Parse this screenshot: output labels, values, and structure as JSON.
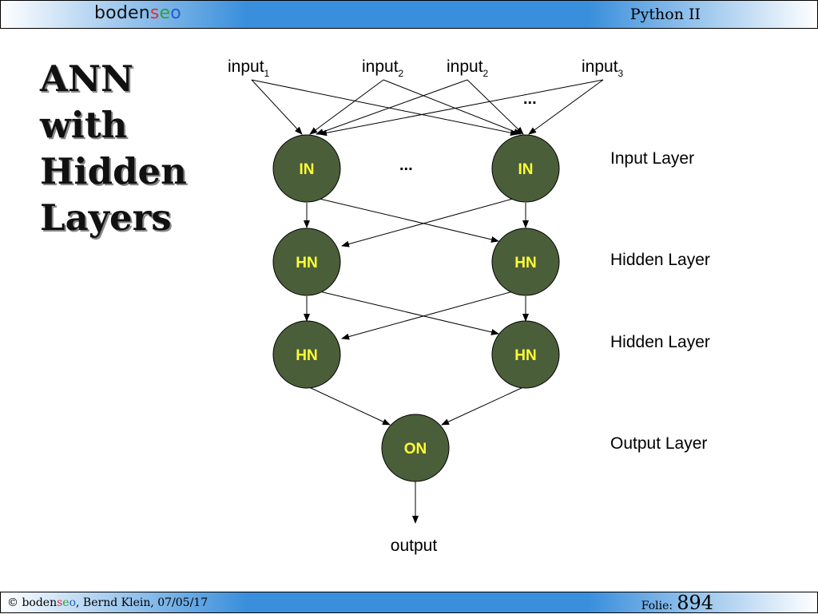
{
  "header": {
    "logo": {
      "part1": "boden",
      "s": "s",
      "e": "e",
      "o": "o"
    },
    "course": "Python II"
  },
  "title_lines": [
    "ANN",
    "with",
    "Hidden",
    "Layers"
  ],
  "diagram": {
    "inputs": [
      {
        "base": "input",
        "sub": "1"
      },
      {
        "base": "input",
        "sub": "2"
      },
      {
        "base": "input",
        "sub": "2"
      },
      {
        "base": "input",
        "sub": "3"
      }
    ],
    "input_ellipsis": "...",
    "layer_ellipsis": "...",
    "nodes": {
      "in_left": "IN",
      "in_right": "IN",
      "h1_left": "HN",
      "h1_right": "HN",
      "h2_left": "HN",
      "h2_right": "HN",
      "out": "ON"
    },
    "output_label": "output",
    "layer_labels": [
      "Input Layer",
      "Hidden Layer",
      "Hidden Layer",
      "Output Layer"
    ]
  },
  "footer": {
    "copyright_symbol": "©",
    "logo": {
      "part1": "boden",
      "s": "s",
      "e": "e",
      "o": "o"
    },
    "author_date": ", Bernd Klein, 07/05/17",
    "folie_label": "Folie:",
    "folie_number": "894"
  },
  "colors": {
    "node_fill": "#4a5e3a",
    "node_text": "#ffff33",
    "header_blue": "#3a8fdc"
  }
}
